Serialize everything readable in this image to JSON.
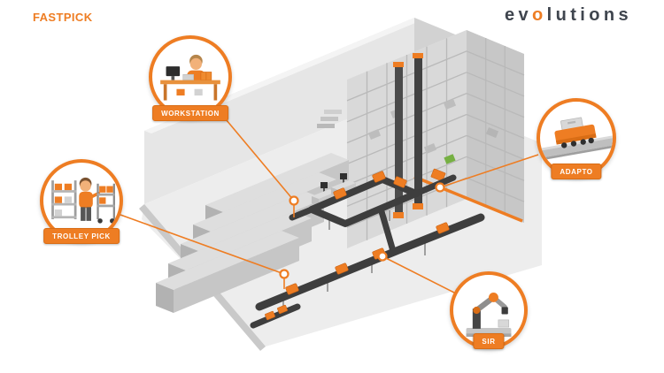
{
  "header": {
    "product": "FASTPICK",
    "brand": {
      "prefix": "ev",
      "o": "o",
      "suffix": "lutions"
    }
  },
  "callouts": [
    {
      "id": "workstation",
      "label": "WORKSTATION"
    },
    {
      "id": "trolley-pick",
      "label": "TROLLEY PICK"
    },
    {
      "id": "adapto",
      "label": "ADAPTO"
    },
    {
      "id": "sir",
      "label": "SIR"
    }
  ],
  "colors": {
    "accent": "#EE7D23",
    "accent_dark": "#D96D15",
    "brand_text": "#3F454E",
    "conveyor": "#3E3E3E",
    "structure_gray": "#D9D9D9",
    "highlight_green": "#76B043"
  }
}
